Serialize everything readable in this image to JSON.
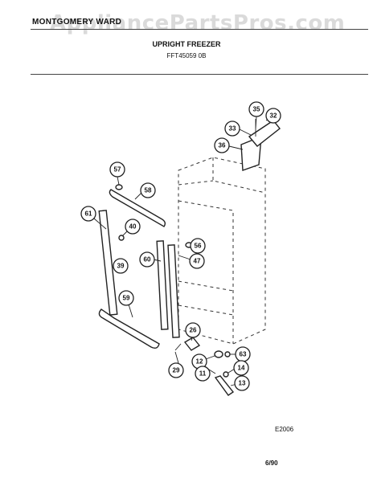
{
  "header": {
    "brand": "MONTGOMERY WARD",
    "watermark": "AppliancePartsPros.com",
    "title": "UPRIGHT FREEZER",
    "model": "FFT45059 0B"
  },
  "footer": {
    "diagram_code": "E2006",
    "page_date": "6/90"
  },
  "callouts": [
    "35",
    "32",
    "33",
    "36",
    "57",
    "58",
    "61",
    "40",
    "56",
    "60",
    "47",
    "39",
    "59",
    "26",
    "63",
    "12",
    "14",
    "29",
    "11",
    "13"
  ]
}
